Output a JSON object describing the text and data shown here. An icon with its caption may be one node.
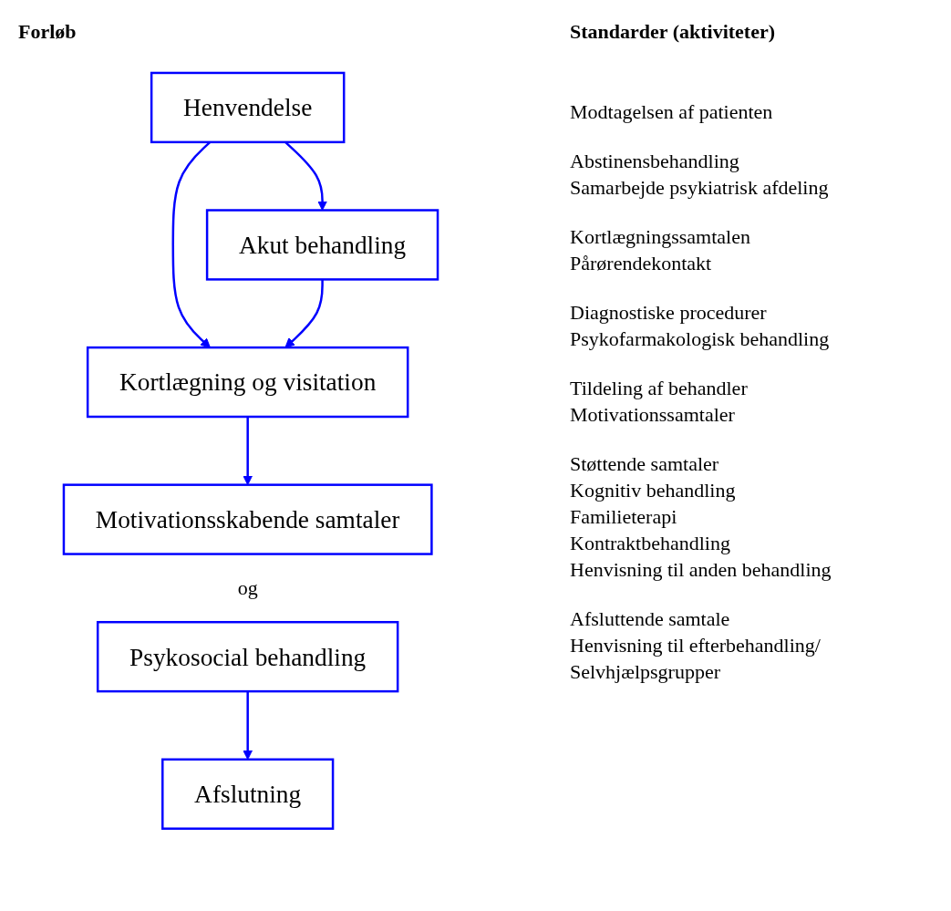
{
  "diagram": {
    "nodes": [
      {
        "text": [
          "Henvendelse"
        ]
      },
      {
        "text": [
          "Akut behandling"
        ]
      },
      {
        "text": [
          "Kortlægning og visitation"
        ]
      },
      {
        "text": [
          "Motivationsskabende samtaler"
        ]
      },
      {
        "text": [
          "Psykosocial behandling"
        ]
      },
      {
        "text": [
          "Afslutning"
        ]
      }
    ],
    "edges": [
      {
        "from": 0,
        "to": 2,
        "arrow": "to"
      },
      {
        "from": 0,
        "to": 1,
        "arrow": "to"
      },
      {
        "from": 1,
        "to": 2,
        "arrow": "to"
      },
      {
        "from": 2,
        "to": 3,
        "arrow": "to"
      },
      {
        "from": 4,
        "to": 5,
        "arrow": "to"
      }
    ],
    "labels": [
      "Forløb",
      "Standarder (aktiviteter)",
      "Modtagelsen af patienten",
      "Abstinensbehandling",
      "Samarbejde psykiatrisk afdeling",
      "Kortlægningssamtalen",
      "Pårørendekontakt",
      "Diagnostiske procedurer",
      "Psykofarmakologisk behandling",
      "Tildeling af behandler",
      "Motivationssamtaler",
      "og",
      "Støttende samtaler",
      "Kognitiv behandling",
      "Familieterapi",
      "Kontraktbehandling",
      "Henvisning til anden behandling",
      "Afsluttende samtale",
      "Henvisning til efterbehandling/ Selvhjælpsgrupper"
    ]
  }
}
